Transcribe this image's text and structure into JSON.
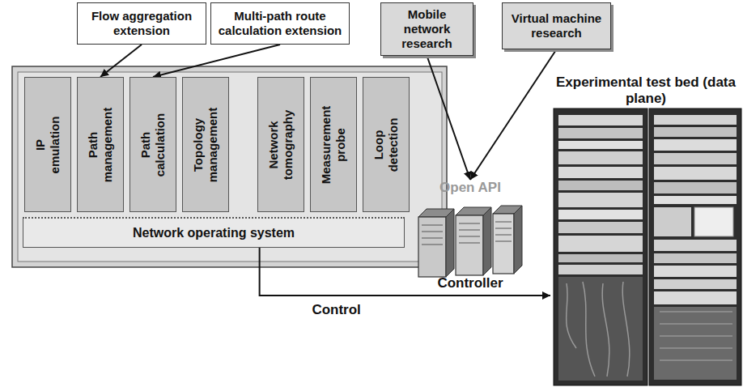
{
  "diagram": {
    "nodes": [
      {
        "text": [
          "Flow aggregation extension"
        ]
      },
      {
        "text": [
          "Multi-path route calculation extension"
        ]
      },
      {
        "text": [
          "Mobile network research"
        ]
      },
      {
        "text": [
          "Virtual machine research"
        ]
      },
      {
        "text": [
          "IP emulation"
        ]
      },
      {
        "text": [
          "Path management"
        ]
      },
      {
        "text": [
          "Path calculation"
        ]
      },
      {
        "text": [
          "Topology management"
        ]
      },
      {
        "text": [
          "Network tomography"
        ]
      },
      {
        "text": [
          "Measurement probe"
        ]
      },
      {
        "text": [
          "Loop detection"
        ]
      },
      {
        "text": [
          "Network operating system"
        ]
      },
      {
        "text": [
          "Open API",
          "Controller"
        ]
      },
      {
        "text": [
          "Experimental test bed (data plane)"
        ]
      }
    ],
    "edges": [
      {
        "from": 0,
        "to": 5,
        "arrow": "to"
      },
      {
        "from": 1,
        "to": 6,
        "arrow": "to"
      },
      {
        "from": 2,
        "to": 12,
        "arrow": "to"
      },
      {
        "from": 3,
        "to": 12,
        "arrow": "to"
      },
      {
        "from": 11,
        "to": 13,
        "label": "Control",
        "arrow": "to"
      }
    ]
  }
}
